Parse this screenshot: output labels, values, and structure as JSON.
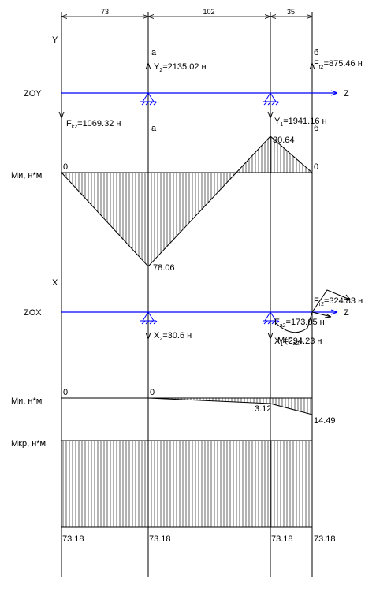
{
  "colors": {
    "ink": "#000000",
    "axis_line": "#0000ff",
    "background": "#ffffff"
  },
  "dimensions": [
    "73",
    "102",
    "35"
  ],
  "section_labels": {
    "a_top": "a",
    "a_bottom": "a",
    "b_top": "б",
    "b_bottom": "б"
  },
  "zoy": {
    "plane_label": "ZOY",
    "axis_vertical": "Y",
    "axis_horizontal": "Z",
    "forces": {
      "y2": {
        "sym": "Y",
        "sub": "2",
        "value": "=2135.02 н"
      },
      "ft2": {
        "sym": "F",
        "sub": "t2",
        "value": "=875.46 н"
      },
      "fk2": {
        "sym": "F",
        "sub": "k2",
        "value": "=1069.32 н"
      },
      "y1": {
        "sym": "Y",
        "sub": "1",
        "value": "=1941.16 н"
      }
    }
  },
  "moment_y": {
    "label": "Mи, н*м",
    "values": [
      "0",
      "78.06",
      "30.64",
      "0"
    ]
  },
  "zox": {
    "plane_label": "ZOX",
    "axis_vertical": "X",
    "axis_horizontal": "Z",
    "forces": {
      "fr2": {
        "sym": "F",
        "sub": "r2",
        "value": "=324.83 н"
      },
      "fa2": {
        "sym": "F",
        "sub": "a2",
        "value": "=173.05 н"
      },
      "mfa2": {
        "pre": "M(F",
        "sub": "a2",
        "post": ")"
      },
      "x2": {
        "sym": "X",
        "sub": "2",
        "value": "=30.6 н"
      },
      "x1": {
        "sym": "X",
        "sub": "1",
        "value": "=294.23 н"
      }
    }
  },
  "moment_x": {
    "label": "Mи, н*м",
    "values": [
      "0",
      "0",
      "3.12",
      "14.49"
    ]
  },
  "torque": {
    "label": "Mкр, н*м",
    "values": [
      "73.18",
      "73.18",
      "73.18",
      "73.18"
    ]
  }
}
